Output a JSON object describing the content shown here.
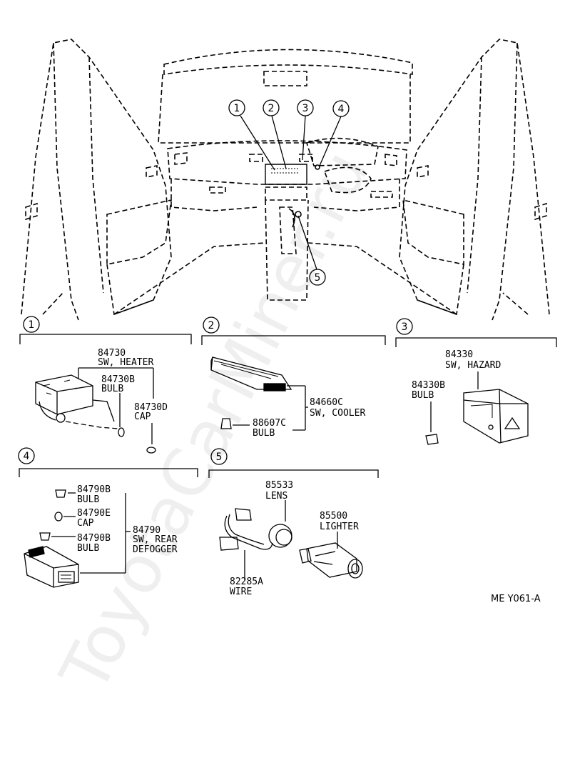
{
  "watermark": "ToyotaCarMiner.ru",
  "diagram_code": "ME Y061-A",
  "callouts": [
    "1",
    "2",
    "3",
    "4",
    "5"
  ],
  "groups": [
    {
      "number": "1",
      "parts": [
        {
          "code": "84730",
          "name": "SW, HEATER"
        },
        {
          "code": "84730B",
          "name": "BULB"
        },
        {
          "code": "84730D",
          "name": "CAP"
        }
      ]
    },
    {
      "number": "2",
      "parts": [
        {
          "code": "84660C",
          "name": "SW, COOLER"
        },
        {
          "code": "88607C",
          "name": "BULB"
        }
      ]
    },
    {
      "number": "3",
      "parts": [
        {
          "code": "84330",
          "name": "SW, HAZARD"
        },
        {
          "code": "84330B",
          "name": "BULB"
        }
      ]
    },
    {
      "number": "4",
      "parts": [
        {
          "code": "84790B",
          "name": "BULB"
        },
        {
          "code": "84790E",
          "name": "CAP"
        },
        {
          "code": "84790B",
          "name": "BULB"
        },
        {
          "code": "84790",
          "name": "SW, REAR",
          "name2": "DEFOGGER"
        }
      ]
    },
    {
      "number": "5",
      "parts": [
        {
          "code": "85533",
          "name": "LENS"
        },
        {
          "code": "85500",
          "name": "LIGHTER"
        },
        {
          "code": "82285A",
          "name": "WIRE"
        }
      ]
    }
  ]
}
